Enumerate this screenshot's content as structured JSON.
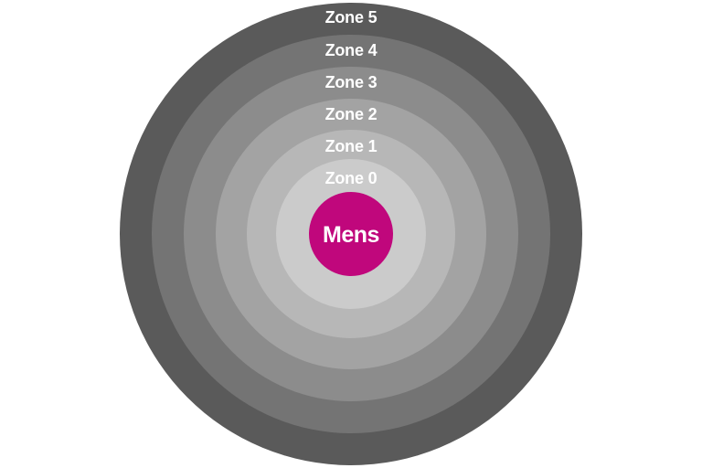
{
  "diagram": {
    "center": {
      "label": "Mens",
      "color": "#c0077c"
    },
    "zones": [
      {
        "label": "Zone 0",
        "color": "#cbcbcb"
      },
      {
        "label": "Zone 1",
        "color": "#b7b7b7"
      },
      {
        "label": "Zone 2",
        "color": "#a3a3a3"
      },
      {
        "label": "Zone 3",
        "color": "#8c8c8c"
      },
      {
        "label": "Zone 4",
        "color": "#747474"
      },
      {
        "label": "Zone 5",
        "color": "#5a5a5a"
      }
    ]
  }
}
